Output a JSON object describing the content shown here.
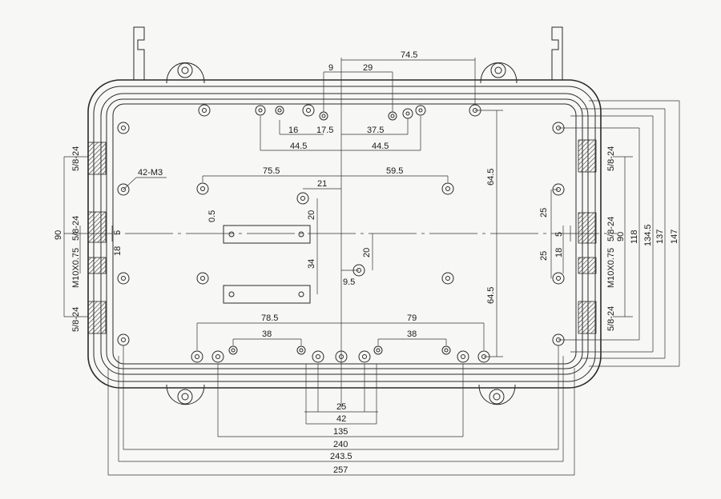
{
  "drawing": {
    "dims_top": {
      "a": "74.5",
      "b": "9",
      "c": "29",
      "d": "16",
      "e": "17.5",
      "f": "37.5",
      "g": "44.5",
      "h": "44.5"
    },
    "dims_mid": {
      "a": "75.5",
      "b": "59.5",
      "c": "21",
      "d": "20",
      "e": "0.5",
      "f": "34",
      "g": "20",
      "h": "9.5",
      "i": "64.5",
      "j": "64.5"
    },
    "dims_bottom": {
      "a": "78.5",
      "b": "79",
      "c": "38",
      "d": "38",
      "e": "25",
      "f": "42",
      "g": "135",
      "h": "240",
      "i": "243.5",
      "j": "257"
    },
    "dims_left": {
      "a": "90",
      "b": "5",
      "c": "18",
      "d": "42-M3"
    },
    "dims_right": {
      "a": "25",
      "b": "5",
      "c": "25",
      "d": "18",
      "e": "90",
      "f": "118",
      "g": "134.5",
      "h": "137",
      "i": "147"
    },
    "threads": {
      "t1": "5/8-24",
      "t2": "5/8-24",
      "t3": "M10X0.75",
      "t4": "5/8-24",
      "t5": "5/8-24",
      "t6": "5/8-24",
      "t7": "M10X0.75",
      "t8": "5/8-24"
    }
  }
}
